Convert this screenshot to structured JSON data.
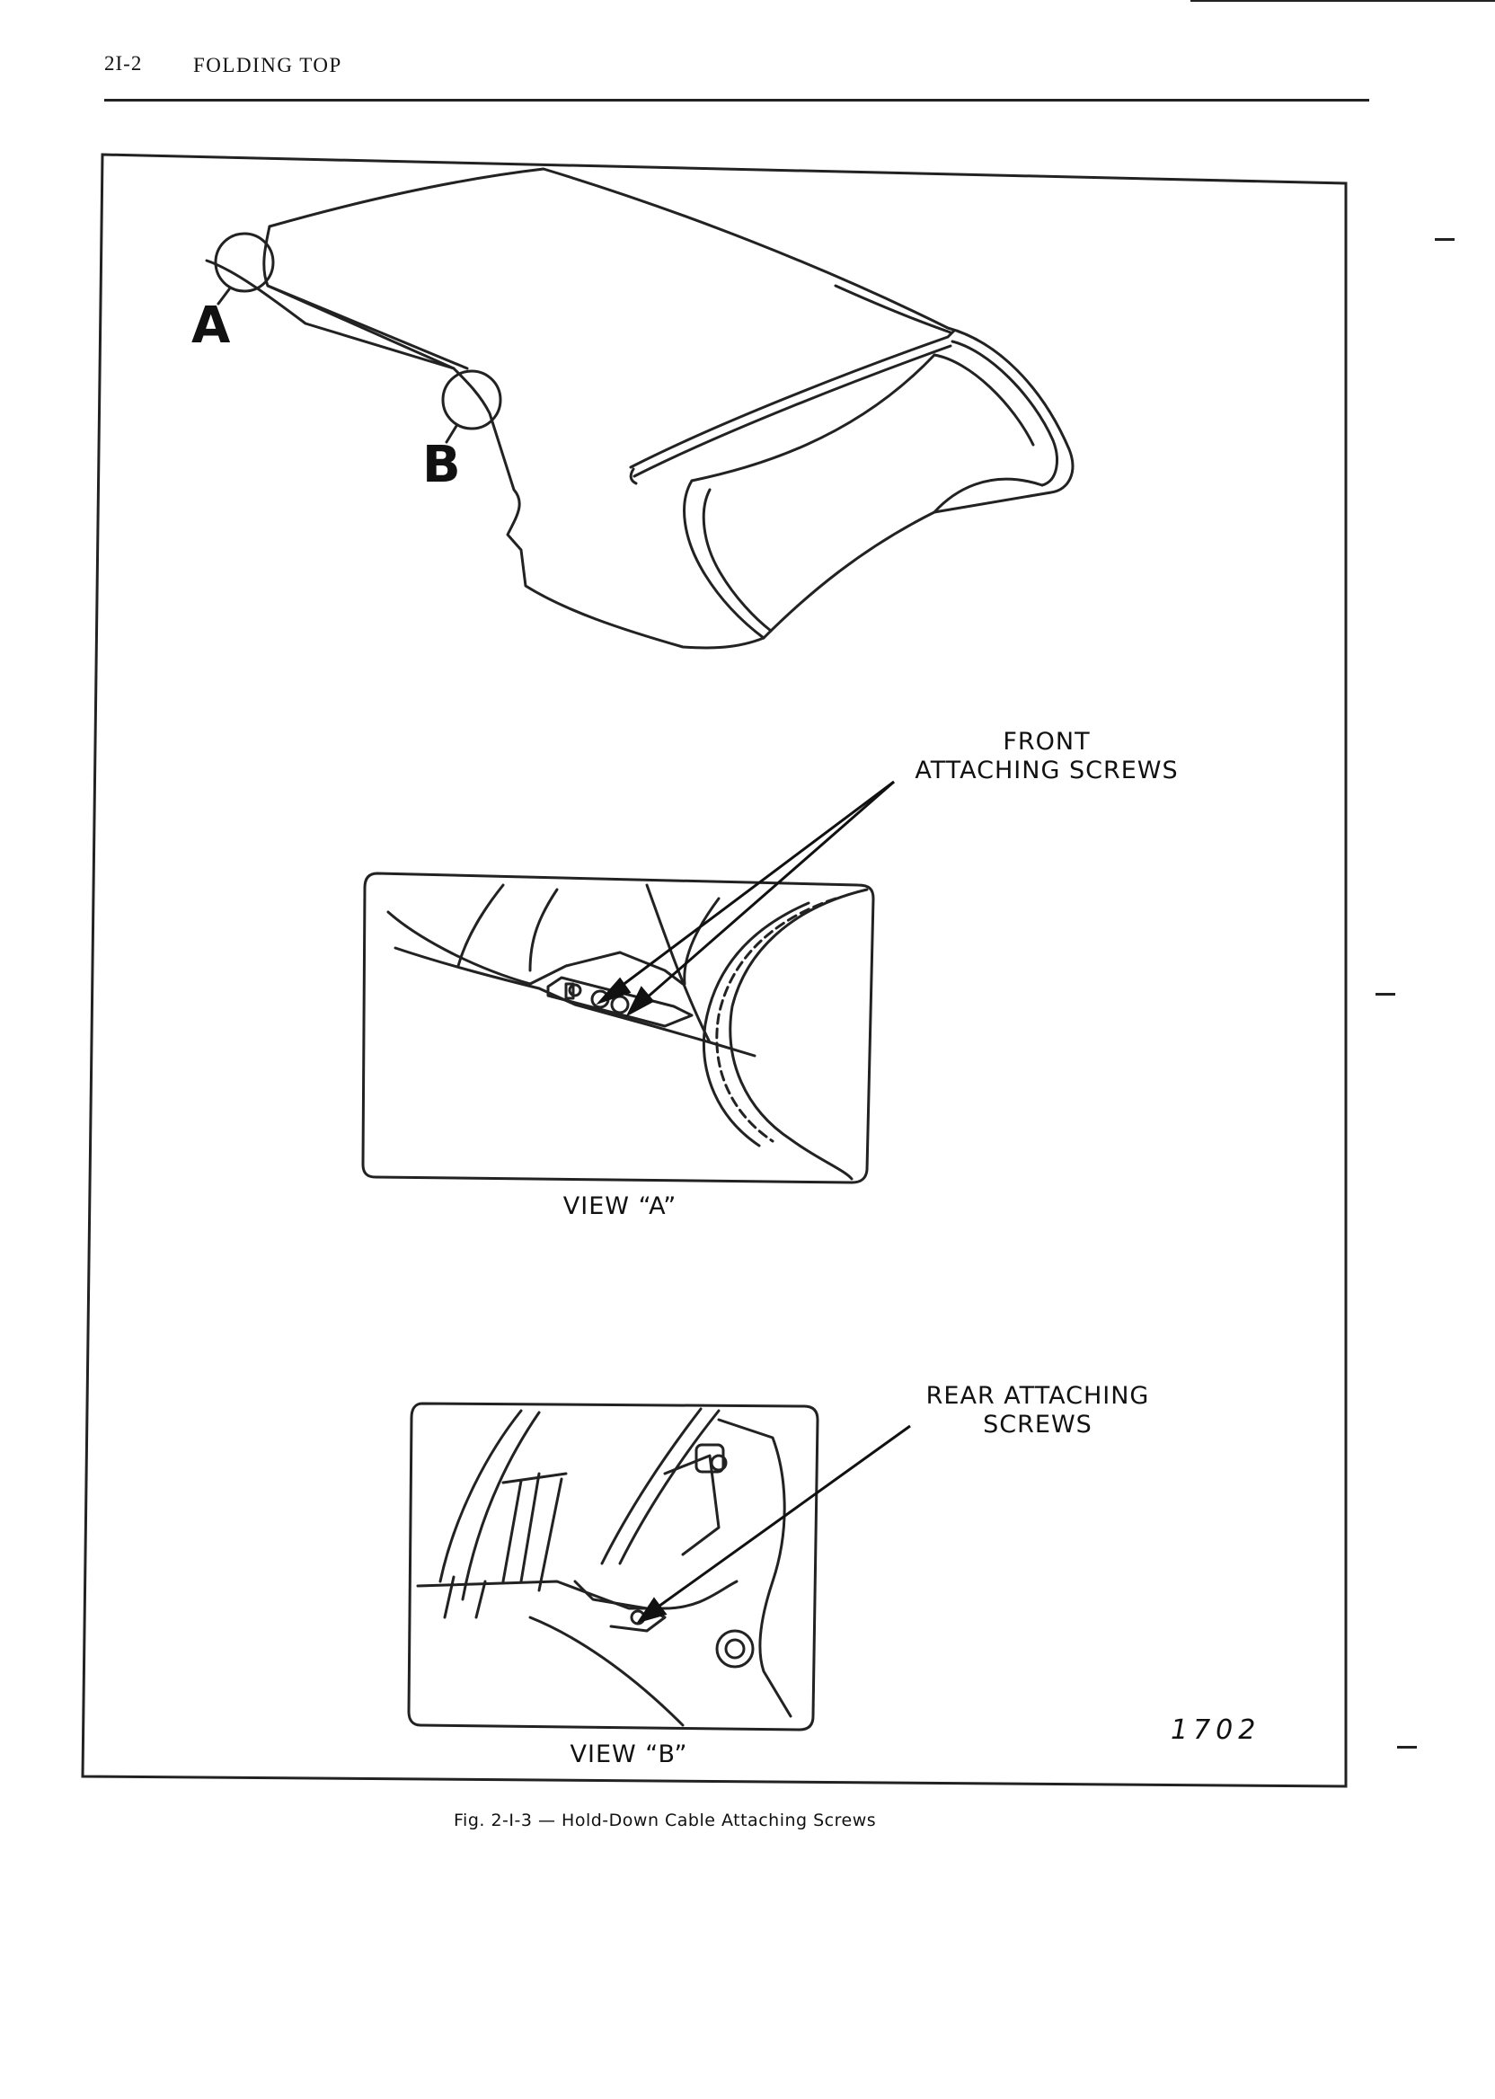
{
  "header": {
    "page_number": "2I-2",
    "section_title": "FOLDING TOP"
  },
  "figure": {
    "callout_a": "A",
    "callout_b": "B",
    "front_label_line1": "FRONT",
    "front_label_line2": "ATTACHING SCREWS",
    "view_a_caption": "VIEW “A”",
    "rear_label_line1": "REAR ATTACHING",
    "rear_label_line2": "SCREWS",
    "view_b_caption": "VIEW “B”",
    "figure_number": "1702"
  },
  "caption": "Fig. 2-I-3 — Hold-Down Cable Attaching Screws"
}
